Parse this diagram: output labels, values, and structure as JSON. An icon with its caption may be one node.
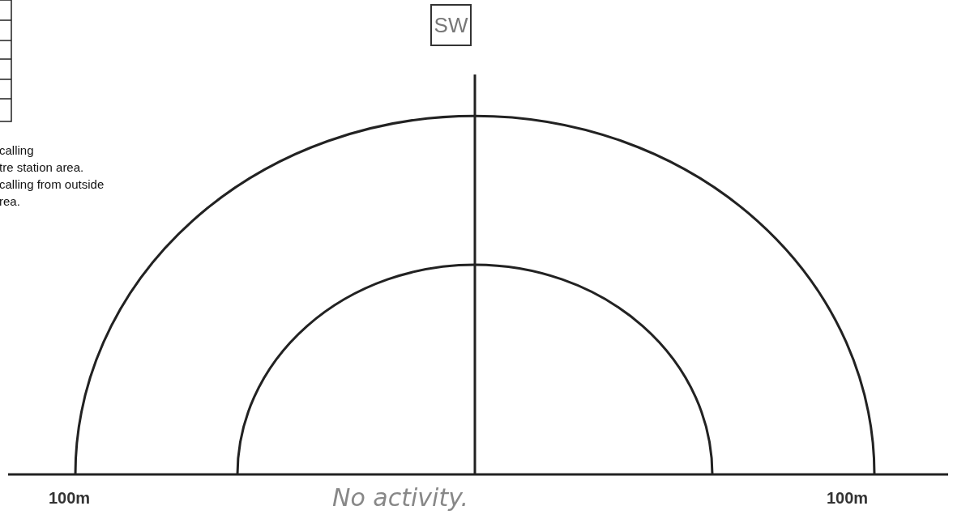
{
  "diagram": {
    "nodes": [
      {
        "text": [
          "SW"
        ]
      }
    ],
    "labels": [
      "calling",
      "tre station area.",
      "calling from outside",
      "rea.",
      "100m",
      "No activity.",
      "100m"
    ]
  }
}
